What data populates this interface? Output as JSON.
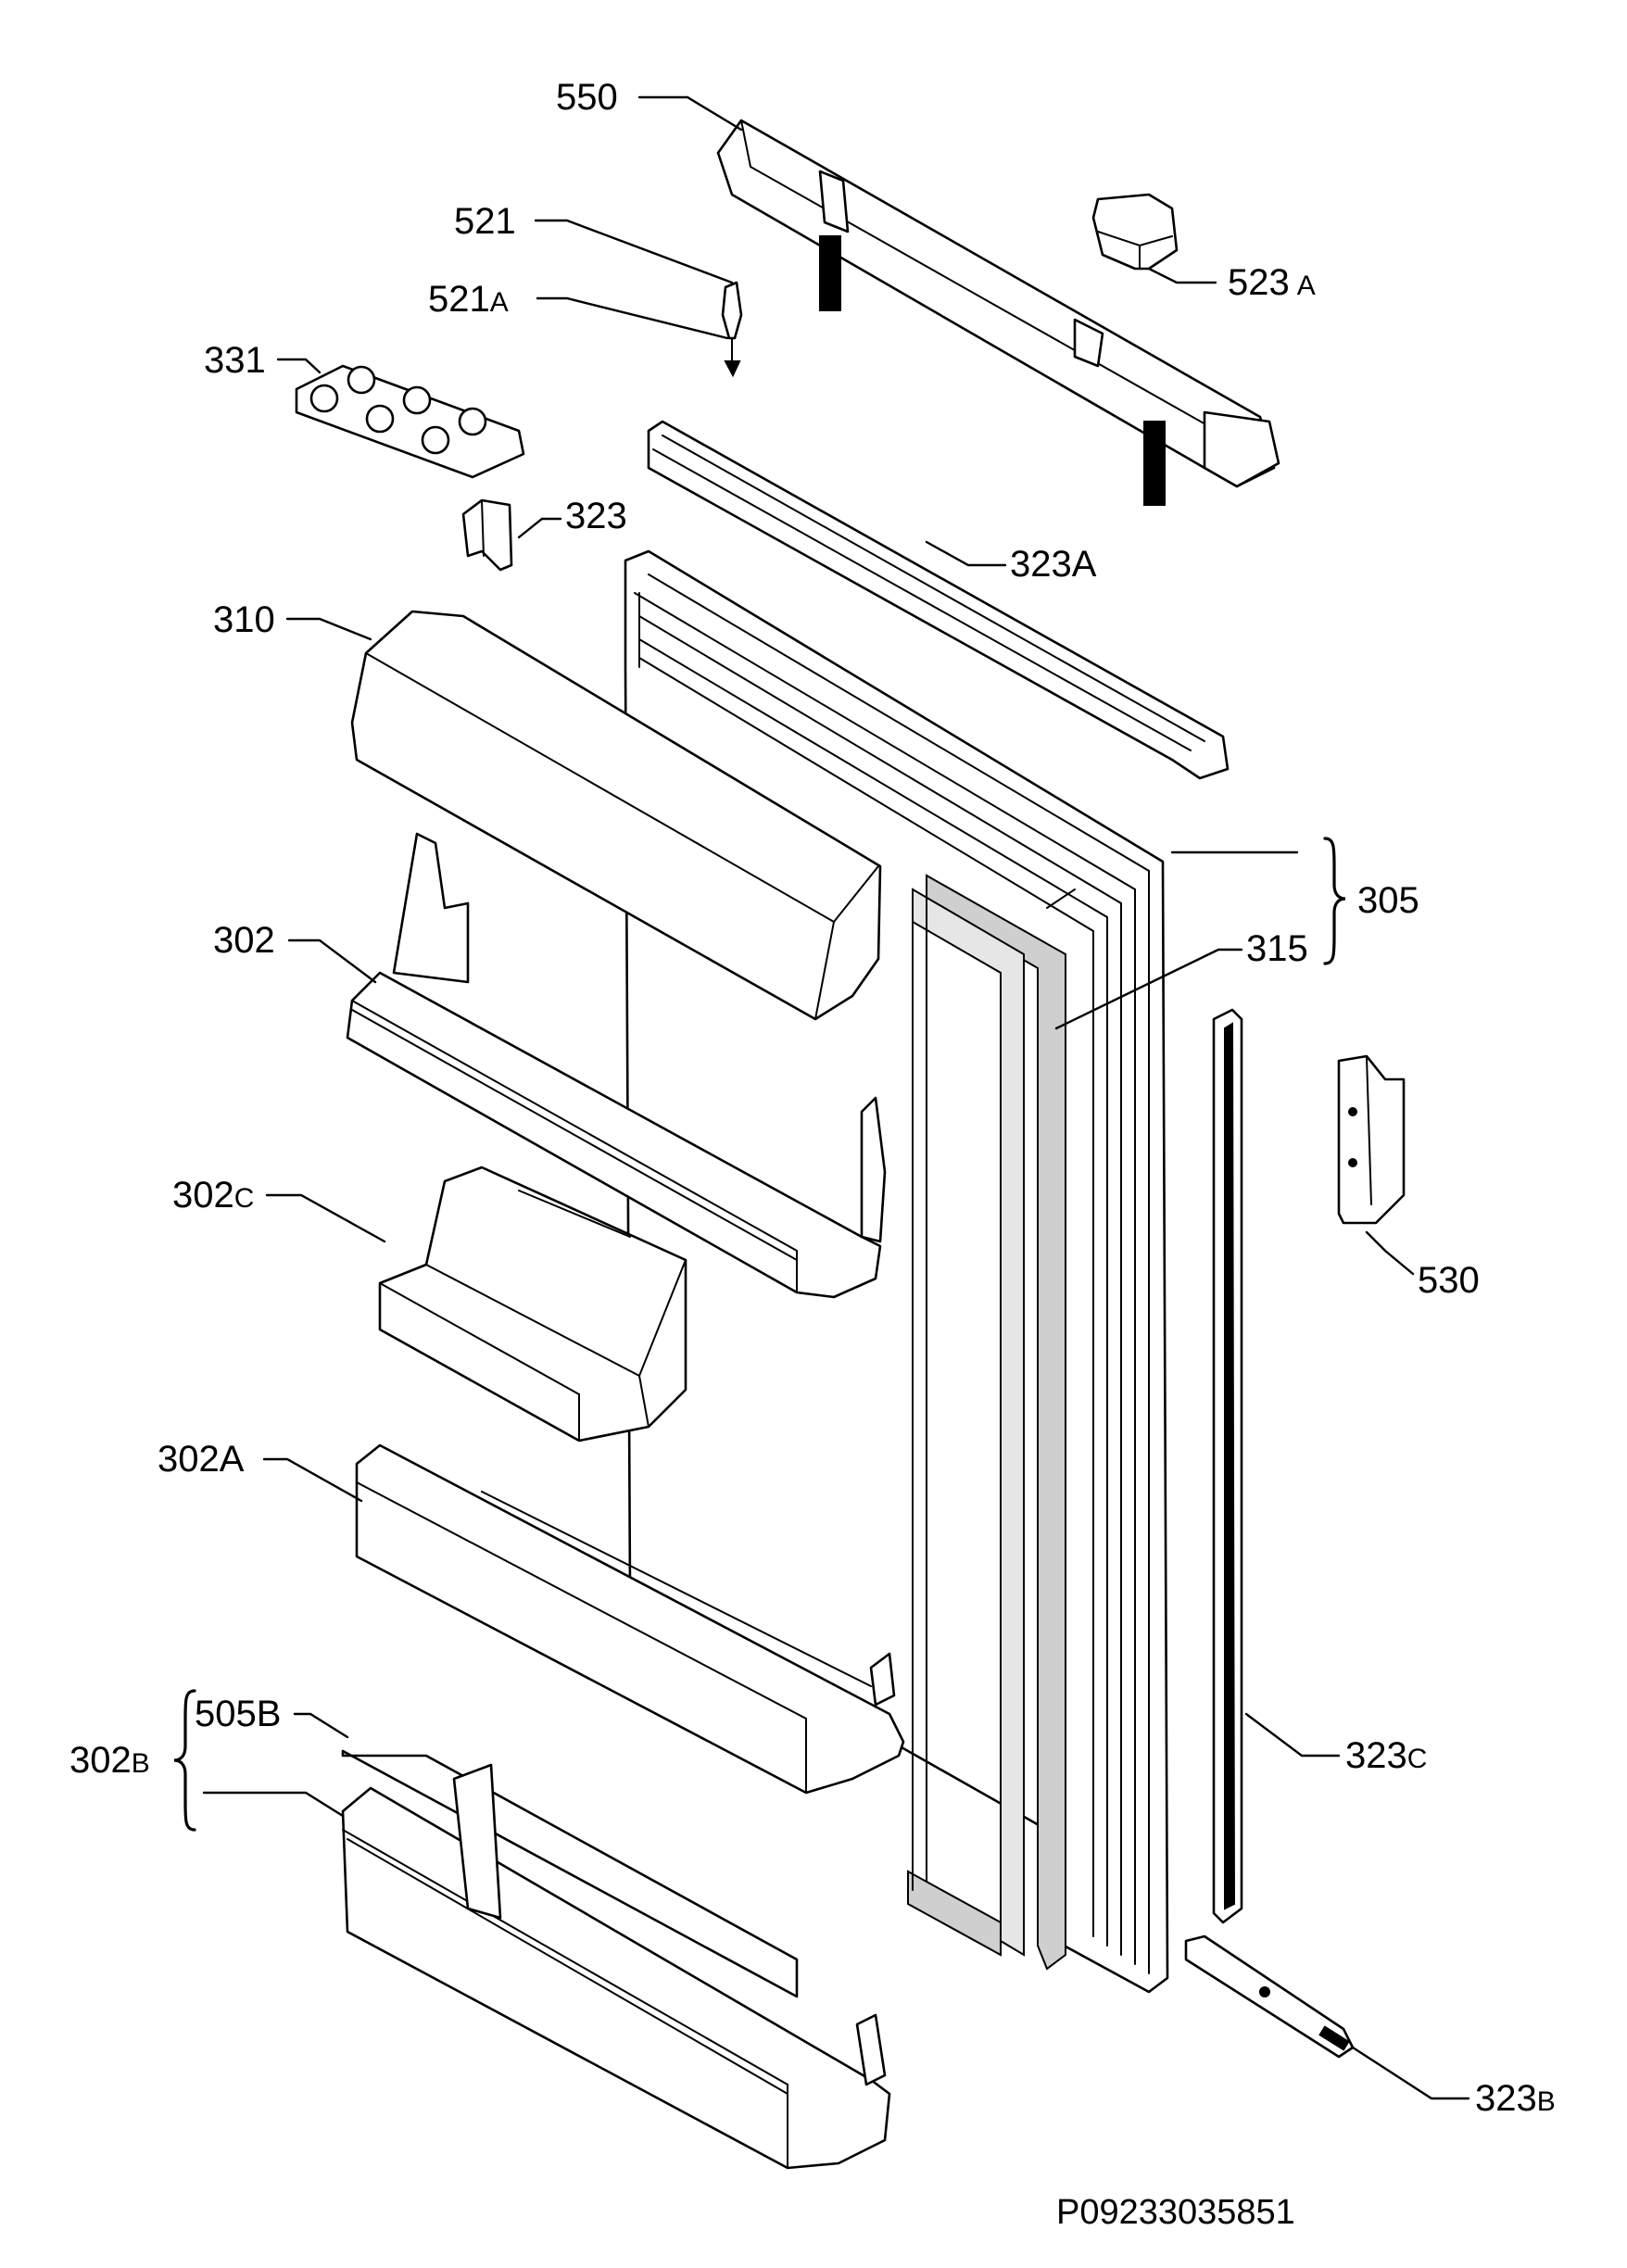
{
  "labels": {
    "l550": "550",
    "l521": "521",
    "l521a_num": "521",
    "l521a_suf": "A",
    "l523a_num": "523",
    "l523a_suf": "A",
    "l331": "331",
    "l323": "323",
    "l323a_num": "323",
    "l323a_suf": "A",
    "l310": "310",
    "l305": "305",
    "l315": "315",
    "l302": "302",
    "l302c_num": "302",
    "l302c_suf": "C",
    "l530": "530",
    "l302a_num": "302",
    "l302a_suf": "A",
    "l505b_num": "505",
    "l505b_suf": "B",
    "l302b_num": "302",
    "l302b_suf": "B",
    "l323c_num": "323",
    "l323c_suf": "C",
    "l323b_num": "323",
    "l323b_suf": "B"
  },
  "drawing_code": "P09233035851"
}
